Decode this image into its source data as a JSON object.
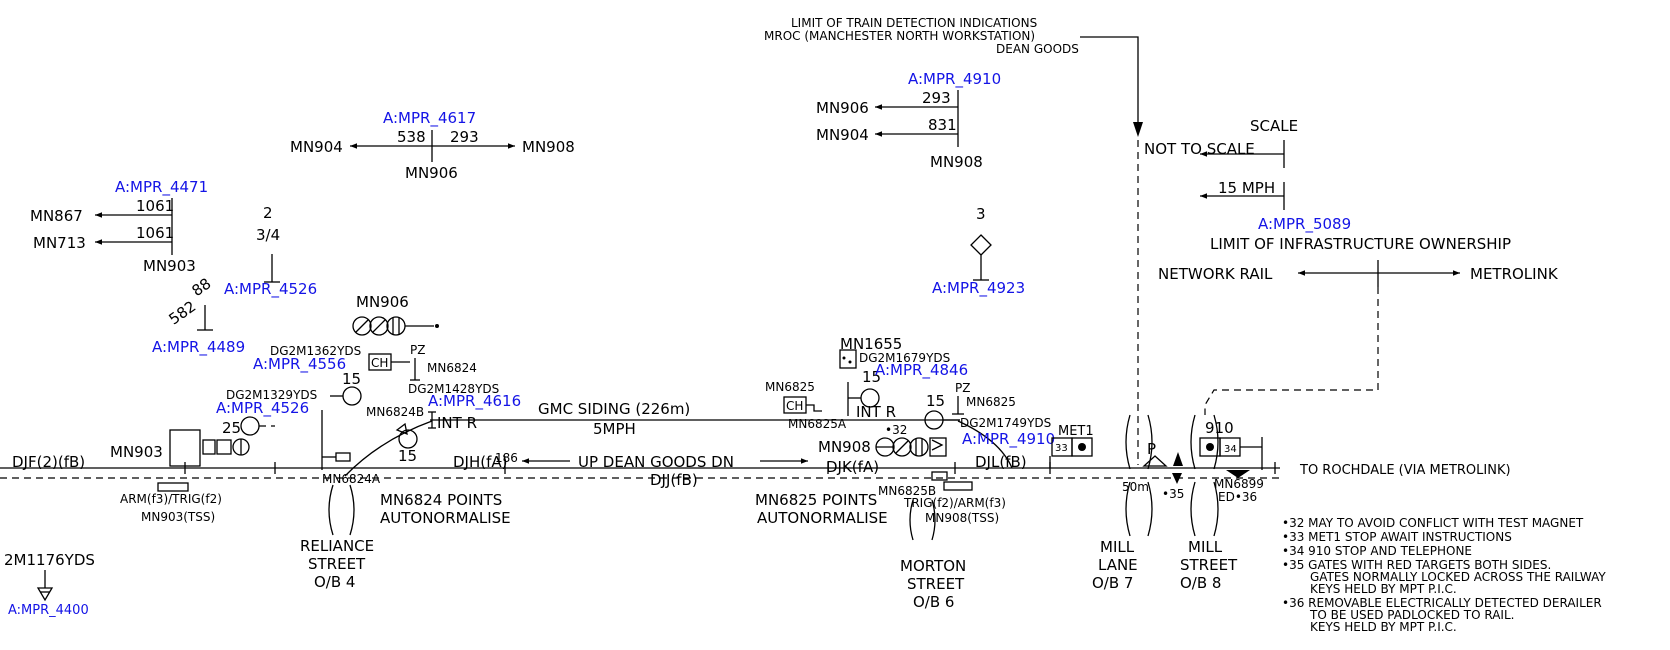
{
  "labels": {
    "limit_train_1": "LIMIT OF TRAIN DETECTION INDICATIONS",
    "limit_train_2": "MROC (MANCHESTER NORTH WORKSTATION)",
    "limit_train_3": "DEAN GOODS",
    "not_to_scale": "NOT TO SCALE",
    "scale": "SCALE",
    "mph15": "15 MPH",
    "limit_infra": "LIMIT OF INFRASTRUCTURE OWNERSHIP",
    "network_rail": "NETWORK RAIL",
    "metrolink": "METROLINK",
    "to_rochdale": "TO ROCHDALE (VIA METROLINK)",
    "gmc_siding": "GMC SIDING (226m)",
    "mph5": "5MPH",
    "up_dean": "UP DEAN GOODS DN",
    "djf": "DJF(2)(fB)",
    "djh": "DJH(fA)",
    "djj": "DJJ(fB)",
    "djk": "DJK(fA)",
    "djl": "DJL(fB)",
    "mn6824_points": "MN6824 POINTS",
    "mn6825_points": "MN6825 POINTS",
    "autonormalise": "AUTONORMALISE",
    "reliance_1": "RELIANCE",
    "reliance_2": "STREET",
    "reliance_3": "O/B 4",
    "morton_1": "MORTON",
    "morton_2": "STREET",
    "morton_3": "O/B 6",
    "mill_lane_1": "MILL",
    "mill_lane_2": "LANE",
    "mill_lane_3": "O/B 7",
    "mill_st_1": "MILL",
    "mill_st_2": "STREET",
    "mill_st_3": "O/B 8",
    "yds2m1176": "2M1176YDS",
    "arm_trig_a": "ARM(f3)/TRIG(f2)",
    "mn903tss": "MN903(TSS)",
    "trig_arm_b": "TRIG(f2)/ARM(f3)",
    "mn908tss": "MN908(TSS)",
    "dg1362": "DG2M1362YDS",
    "dg1329": "DG2M1329YDS",
    "dg1428": "DG2M1428YDS",
    "dg1679": "DG2M1679YDS",
    "dg1749": "DG2M1749YDS",
    "int_r": "INT R",
    "pz": "PZ",
    "ch": "CH",
    "met1": "MET1",
    "p": "P",
    "m50": "50m",
    "n910": "910",
    "n186": "186",
    "n2": "2",
    "n3_4": "3/4",
    "n3": "3",
    "n15": "15",
    "n25": "25",
    "n32": "•32",
    "n33": "33",
    "n34": "34",
    "n35": "•35",
    "ed36": "ED•36",
    "v1061": "1061",
    "v538": "538",
    "v293": "293",
    "v831": "831",
    "v582": "582",
    "v88": "88",
    "mn867": "MN867",
    "mn713": "MN713",
    "mn903": "MN903",
    "mn904": "MN904",
    "mn906": "MN906",
    "mn908": "MN908",
    "mn6824": "MN6824",
    "mn6824a": "MN6824A",
    "mn6824b": "MN6824B",
    "mn6825": "MN6825",
    "mn6825a": "MN6825A",
    "mn6825b": "MN6825B",
    "mn1655": "MN1655",
    "mn6899": "MN6899"
  },
  "refs": {
    "r4471": "A:MPR_4471",
    "r4617": "A:MPR_4617",
    "r4910": "A:MPR_4910",
    "r5089": "A:MPR_5089",
    "r4526": "A:MPR_4526",
    "r4489": "A:MPR_4489",
    "r4556": "A:MPR_4556",
    "r4616": "A:MPR_4616",
    "r4846": "A:MPR_4846",
    "r4923": "A:MPR_4923",
    "r4400": "A:MPR_4400"
  },
  "notes": [
    "•32 MAY TO AVOID CONFLICT WITH TEST MAGNET",
    "•33 MET1 STOP AWAIT INSTRUCTIONS",
    "•34 910 STOP AND TELEPHONE",
    "•35 GATES WITH RED TARGETS BOTH SIDES.",
    "GATES NORMALLY LOCKED ACROSS THE RAILWAY",
    "KEYS HELD BY MPT P.I.C.",
    "•36 REMOVABLE ELECTRICALLY DETECTED DERAILER",
    "TO BE USED PADLOCKED TO RAIL.",
    "KEYS HELD BY MPT P.I.C."
  ],
  "colors": {
    "reference": "#1414e6",
    "line": "#000000"
  }
}
